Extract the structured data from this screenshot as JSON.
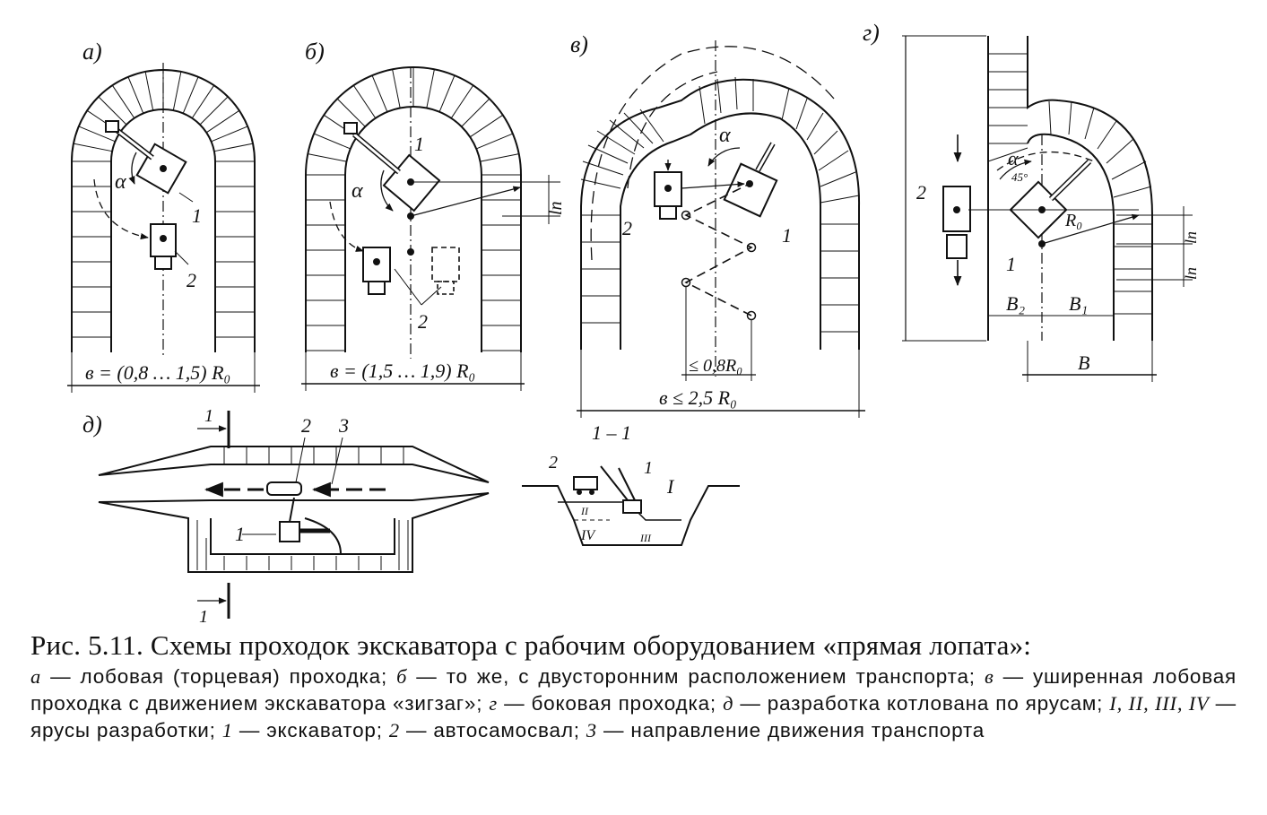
{
  "panels": {
    "a": {
      "letter": "а)",
      "numbers": [
        "1",
        "2"
      ],
      "alpha": "α",
      "width_label": "в = (0,8 … 1,5) R₀"
    },
    "b": {
      "letter": "б)",
      "numbers": [
        "1",
        "2"
      ],
      "alpha": "α",
      "width_label": "в = (1,5 … 1,9) R₀",
      "ln": "lп"
    },
    "v": {
      "letter": "в)",
      "numbers": [
        "1",
        "2"
      ],
      "alpha": "α",
      "step_label": "≤ 0,8R₀",
      "width_label": "в ≤ 2,5 R₀"
    },
    "g": {
      "letter": "г)",
      "numbers": [
        "1",
        "2"
      ],
      "alpha": "α",
      "angle": "45°",
      "r0": "R₀",
      "b1": "B₁",
      "b2": "B₂",
      "b": "B",
      "ln1": "lп",
      "ln2": "lп"
    },
    "d": {
      "letter": "д)",
      "section_mark": "1",
      "numbers": [
        "1",
        "2",
        "3"
      ],
      "section_label": "1 – 1",
      "tiers": [
        "I",
        "II",
        "III",
        "IV"
      ]
    }
  },
  "caption": {
    "title": "Рис.  5.11. Схемы проходок экскаватора с рабочим оборудованием «прямая лопата»:",
    "items": [
      {
        "key": "а",
        "text": "лобовая (торцевая) проходка;"
      },
      {
        "key": "б",
        "text": "то же, с двусторонним расположением транспорта;"
      },
      {
        "key": "в",
        "text": "уширенная лобовая проходка с движением экскаватора «зигзаг»;"
      },
      {
        "key": "г",
        "text": "боковая проходка;"
      },
      {
        "key": "д",
        "text": "разработка котлована по ярусам;"
      },
      {
        "key": "I, II, III, IV",
        "text": "ярусы разработки;"
      },
      {
        "key": "1",
        "text": "экскаватор;"
      },
      {
        "key": "2",
        "text": "автосамосвал;"
      },
      {
        "key": "3",
        "text": "направление движения транспорта"
      }
    ]
  }
}
